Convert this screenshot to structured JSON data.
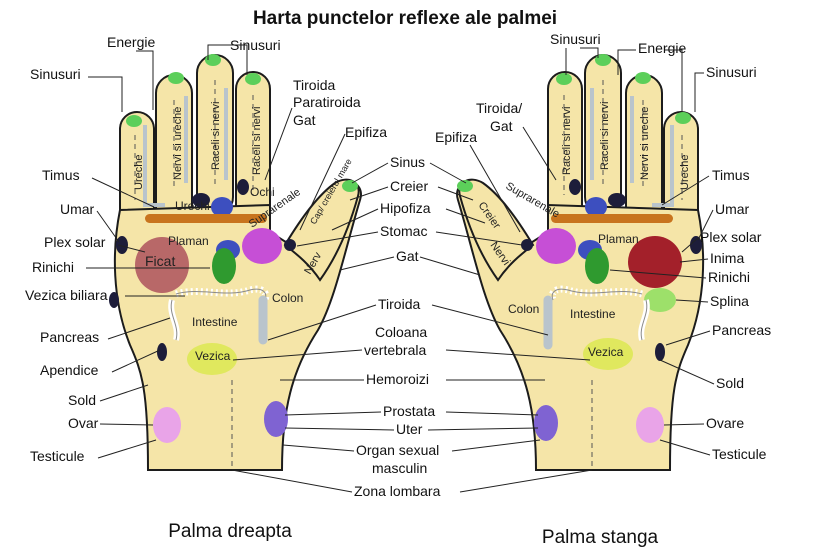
{
  "title": "Harta punctelor reflexe ale palmei",
  "captions": {
    "right_palm": "Palma dreapta",
    "left_palm": "Palma stanga"
  },
  "left_hand_outer_labels": [
    "Energie",
    "Sinusuri",
    "Sinusuri",
    "Tiroida",
    "Paratiroida",
    "Gat",
    "Epifiza",
    "Timus",
    "Umar",
    "Plex solar",
    "Rinichi",
    "Vezica biliara",
    "Pancreas",
    "Apendice",
    "Sold",
    "Ovar",
    "Testicule"
  ],
  "center_labels": [
    "Sinus",
    "Creier",
    "Hipofiza",
    "Stomac",
    "Gat",
    "Tiroida",
    "Coloana",
    "vertebrala",
    "Hemoroizi",
    "Prostata",
    "Uter",
    "Organ sexual",
    "masculin",
    "Zona lombara"
  ],
  "right_hand_outer_labels": [
    "Sinusuri",
    "Energie",
    "Sinusuri",
    "Tiroida/",
    "Gat",
    "Epifiza",
    "Timus",
    "Umar",
    "Plex solar",
    "Inima",
    "Rinichi",
    "Splina",
    "Pancreas",
    "Sold",
    "Ovare",
    "Testicule"
  ],
  "left_hand_inner_labels": [
    "Ureche",
    "Nervi si ureche",
    "Raceli si nervi",
    "Raceli si nervi",
    "Urechi",
    "Ochi",
    "Suprarenale",
    "Plaman",
    "Ficat",
    "Cap/ creierul mare",
    "Nerv",
    "Colon",
    "Intestine",
    "Vezica"
  ],
  "right_hand_inner_labels": [
    "Raceli si nervi",
    "Raceli si nervi",
    "Nervi si ureche",
    "Ureche",
    "Suprarenale",
    "Creier",
    "Nervi",
    "Plaman",
    "Colon",
    "Intestine",
    "Vezica"
  ],
  "colors": {
    "skin": "#f5e5a8",
    "fingertip_green": "#5ccf5a",
    "sinus_gray": "#b9c4cc",
    "eye_blue": "#3d4fbf",
    "liver_red": "#b86868",
    "heart_red": "#a3202a",
    "adrenal_magenta": "#c64fd6",
    "kidney_green": "#2f9a2f",
    "lung_bar": "#c8741e",
    "bladder_yellow": "#e0e85e",
    "genital_pink": "#e9a4e8",
    "hip_purple": "#7f63d2",
    "spleen_green": "#9de06a",
    "dark_point": "#1d1d3a"
  }
}
